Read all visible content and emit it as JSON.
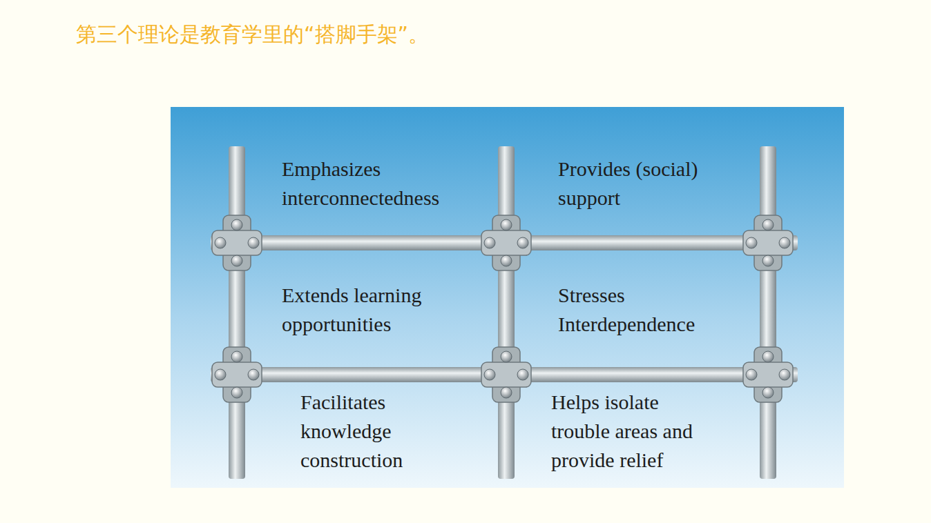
{
  "diagram": {
    "title": "第三个理论是教育学里的“搭脚手架”。",
    "labels": [
      "Emphasizes interconnectedness",
      "Provides (social) support",
      "Extends learning opportunities",
      "Stresses Interdependence",
      "Facilitates knowledge construction",
      "Helps isolate trouble areas and provide relief"
    ]
  }
}
